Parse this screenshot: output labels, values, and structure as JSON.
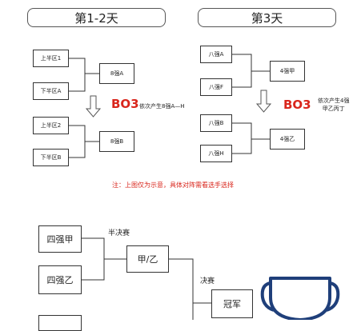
{
  "stage_titles": {
    "left": "第1-2天",
    "right": "第3天"
  },
  "left_panel": {
    "group1": {
      "a": "上半区1",
      "b": "下半区A",
      "result": "8强A"
    },
    "group2": {
      "a": "上半区2",
      "b": "下半区B",
      "result": "8强B"
    },
    "format": "BO3",
    "description": "依次产生8强A—H"
  },
  "right_panel": {
    "group1": {
      "a": "八强A",
      "b": "八强F",
      "result": "4强甲"
    },
    "group2": {
      "a": "八强B",
      "b": "八强H",
      "result": "4强乙"
    },
    "format": "BO3",
    "description_line1": "依次产生4强",
    "description_line2": "甲乙丙丁"
  },
  "note": "注：上图仅为示意，具体对阵需看选手选择",
  "bottom": {
    "semifinal_label": "半决赛",
    "final_label": "决赛",
    "team1": "四强甲",
    "team2": "四强乙",
    "semifinal_result": "甲/乙",
    "champion": "冠军"
  },
  "colors": {
    "accent_red": "#d9261c",
    "trophy_blue": "#1f3f7a"
  }
}
